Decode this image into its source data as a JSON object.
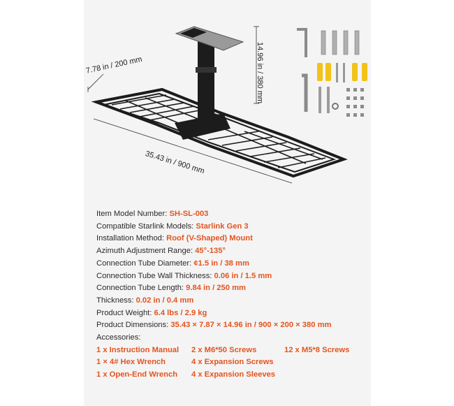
{
  "dimensions": {
    "depth": "7.78 in / 200 mm",
    "width": "35.43 in / 900 mm",
    "height": "14.96 in / 380 mm"
  },
  "specs": [
    {
      "label": "Item Model Number:",
      "value": "SH-SL-003"
    },
    {
      "label": "Compatible Starlink Models:",
      "value": "Starlink Gen 3"
    },
    {
      "label": "Installation Method:",
      "value": "Roof (V-Shaped) Mount"
    },
    {
      "label": "Azimuth Adjustment Range:",
      "value": "45°-135°"
    },
    {
      "label": "Connection Tube Diameter:",
      "value": "¢1.5 in / 38 mm"
    },
    {
      "label": "Connection Tube Wall Thickness:",
      "value": "0.06 in / 1.5 mm"
    },
    {
      "label": "Connection Tube Length:",
      "value": "9.84 in / 250 mm"
    },
    {
      "label": "Thickness:",
      "value": "0.02 in / 0.4 mm"
    },
    {
      "label": "Product Weight:",
      "value": "6.4 lbs / 2.9 kg"
    },
    {
      "label": "Product Dimensions:",
      "value": "35.43 × 7.87 × 14.96 in / 900 × 200 × 380 mm"
    }
  ],
  "accessories_label": "Accessories:",
  "accessories": [
    "1 x Instruction Manual",
    "2 x M6*50 Screws",
    "12 x M5*8 Screws",
    "1 × 4# Hex Wrench",
    "4 x Expansion Screws",
    "",
    "1 x Open-End Wrench",
    "4 x Expansion Sleeves",
    ""
  ],
  "colors": {
    "accent": "#e4541f",
    "panel": "#f4f4f4",
    "rack": "#1c1c1c",
    "sleeve": "#f2c21a"
  }
}
